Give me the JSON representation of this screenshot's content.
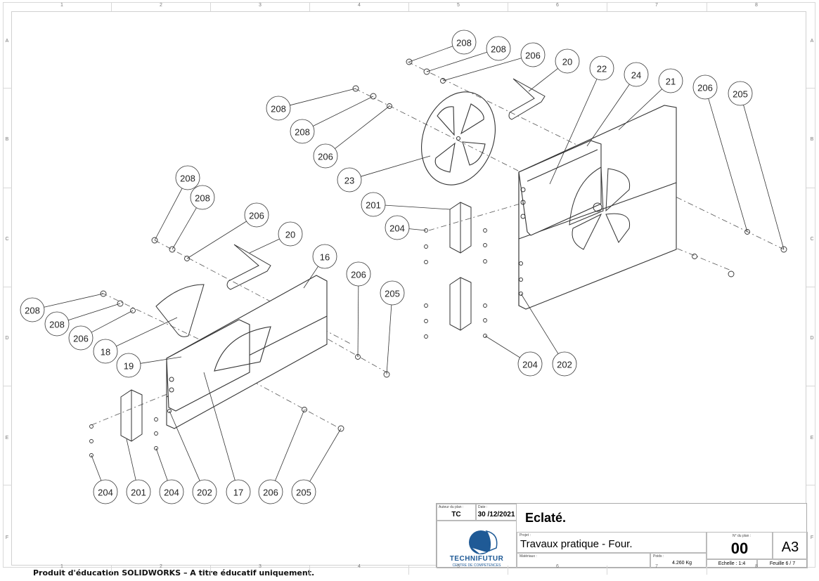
{
  "sheet": {
    "columns": [
      "1",
      "2",
      "3",
      "4",
      "5",
      "6",
      "7",
      "8"
    ],
    "rows": [
      "A",
      "B",
      "C",
      "D",
      "E",
      "F"
    ]
  },
  "balloons": [
    {
      "id": "b208-top-a",
      "label": "208"
    },
    {
      "id": "b208-top-b",
      "label": "208"
    },
    {
      "id": "b206-top",
      "label": "206"
    },
    {
      "id": "b20-top",
      "label": "20"
    },
    {
      "id": "b22",
      "label": "22"
    },
    {
      "id": "b24",
      "label": "24"
    },
    {
      "id": "b21",
      "label": "21"
    },
    {
      "id": "b206-right",
      "label": "206"
    },
    {
      "id": "b205-right",
      "label": "205"
    },
    {
      "id": "b208-mid-a",
      "label": "208"
    },
    {
      "id": "b208-mid-b",
      "label": "208"
    },
    {
      "id": "b206-mid",
      "label": "206"
    },
    {
      "id": "b23",
      "label": "23"
    },
    {
      "id": "b201-center",
      "label": "201"
    },
    {
      "id": "b204-center",
      "label": "204"
    },
    {
      "id": "b208-left-a",
      "label": "208"
    },
    {
      "id": "b208-left-b",
      "label": "208"
    },
    {
      "id": "b206-left-a",
      "label": "206"
    },
    {
      "id": "b20-left",
      "label": "20"
    },
    {
      "id": "b16",
      "label": "16"
    },
    {
      "id": "b206-center",
      "label": "206"
    },
    {
      "id": "b205-center",
      "label": "205"
    },
    {
      "id": "b208-far-a",
      "label": "208"
    },
    {
      "id": "b208-far-b",
      "label": "208"
    },
    {
      "id": "b206-far",
      "label": "206"
    },
    {
      "id": "b18",
      "label": "18"
    },
    {
      "id": "b19",
      "label": "19"
    },
    {
      "id": "b204-right",
      "label": "204"
    },
    {
      "id": "b202-right",
      "label": "202"
    },
    {
      "id": "b204-bl",
      "label": "204"
    },
    {
      "id": "b201-bl",
      "label": "201"
    },
    {
      "id": "b204-bm",
      "label": "204"
    },
    {
      "id": "b202-bl",
      "label": "202"
    },
    {
      "id": "b17",
      "label": "17"
    },
    {
      "id": "b206-bottom",
      "label": "206"
    },
    {
      "id": "b205-bottom",
      "label": "205"
    }
  ],
  "title_block": {
    "author_label": "Auteur du plan :",
    "author": "TC",
    "date_label": "Date :",
    "date": "30 /12/2021",
    "title": "Eclaté.",
    "project_label": "Projet :",
    "project": "Travaux pratique - Four.",
    "materials_label": "Matériaux :",
    "materials": "",
    "weight_label": "Poids :",
    "weight": "4.260 Kg",
    "plan_no_label": "N° du plan :",
    "plan_no": "00",
    "format": "A3",
    "scale": "Echelle : 1:4",
    "sheet": "Feuille 6 / 7",
    "logo_name": "TECHNIFUTUR",
    "logo_sub": "CENTRE DE COMPETENCES",
    "brand_color": "#1f5a96"
  },
  "watermark": "Produit d'éducation SOLIDWORKS – A titre éducatif uniquement."
}
